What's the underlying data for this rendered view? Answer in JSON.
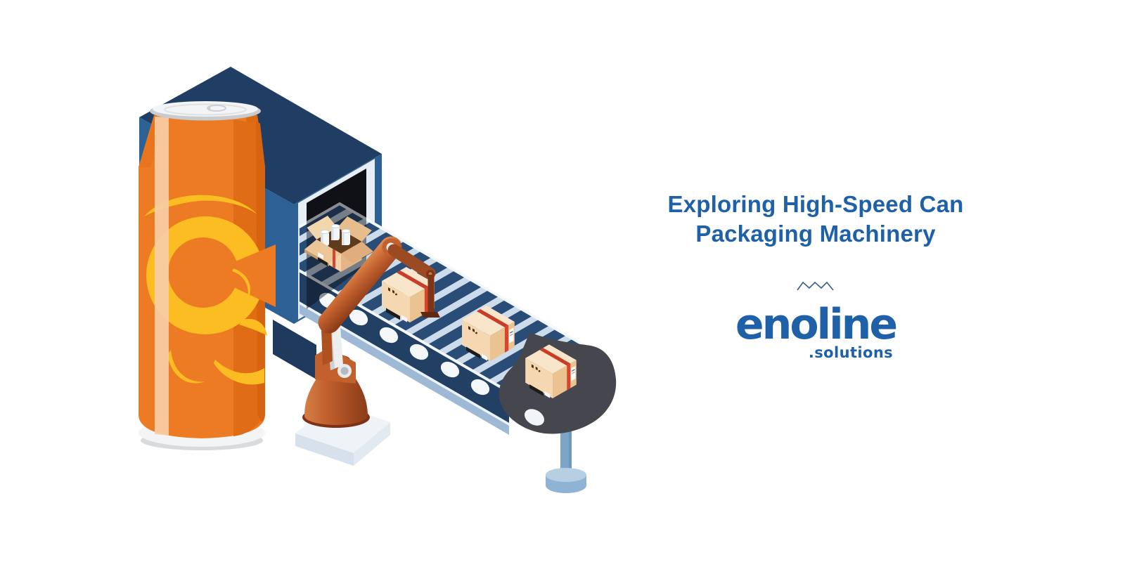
{
  "page": {
    "background_color": "#ffffff"
  },
  "hero": {
    "title_line1": "Exploring High-Speed Can",
    "title_line2": "Packaging Machinery",
    "title_color": "#1f61a9",
    "divider": "zigzag-icon",
    "logo_name": "enoline",
    "logo_suffix": ".solutions",
    "logo_color": "#1f61a9"
  },
  "illustration": {
    "theme": "isometric-can-packaging-line",
    "elements": [
      "beverage-can",
      "packaging-machine",
      "conveyor-belt",
      "robotic-arm",
      "cardboard-boxes",
      "open-box-with-cans",
      "support-leg"
    ],
    "box_count": 4,
    "palette": {
      "can_orange": "#ec7b23",
      "can_shade": "#e06d15",
      "can_highlight": "#f8cda6",
      "swirl_yellow": "#fbbd22",
      "machine_navy": "#203e64",
      "machine_blue": "#2d6195",
      "frame_light": "#e7eef5",
      "opening_black": "#15161a",
      "belt_navy": "#2a4d77",
      "belt_stripe": "#cddcea",
      "belt_steel_edge": "#9db9d5",
      "belt_end_charcoal": "#46464e",
      "leg_steel": "#7da5c9",
      "robot_rust": "#c2602e",
      "robot_rust_dark": "#7e3517",
      "box_tan": "#f5d7b2",
      "box_tan_dark": "#eac391",
      "strap_red": "#d8442e"
    }
  }
}
